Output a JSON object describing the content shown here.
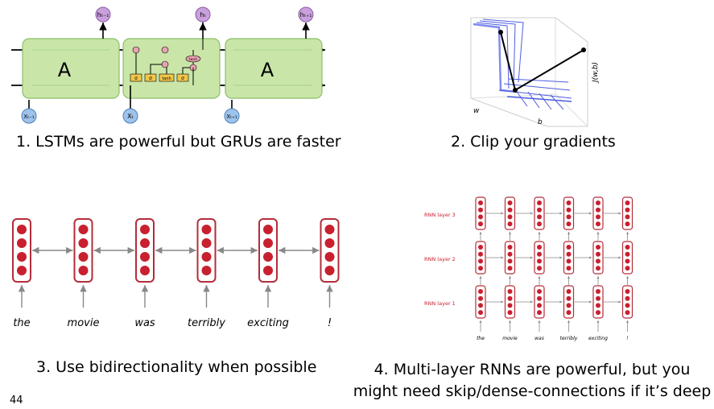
{
  "slide_number": "44",
  "captions": {
    "c1": "1. LSTMs are powerful but GRUs are faster",
    "c2": "2. Clip your gradients",
    "c3": "3. Use bidirectionality when possible",
    "c4": "4. Multi-layer RNNs are powerful, but you might need skip/dense-connections if it’s deep"
  },
  "lstm": {
    "cell_label": "A",
    "h_labels": [
      "hₜ₋₁",
      "hₜ",
      "hₜ₊₁"
    ],
    "x_labels": [
      "Xₜ₋₁",
      "Xₜ",
      "Xₜ₊₁"
    ],
    "gate_labels": [
      "σ",
      "σ",
      "tanh",
      "σ"
    ],
    "tanh_label": "tanh"
  },
  "surface": {
    "z_label": "J(w,b)",
    "w_label": "w",
    "b_label": "b"
  },
  "birnn": {
    "words": [
      "the",
      "movie",
      "was",
      "terribly",
      "exciting",
      "!"
    ]
  },
  "multilayer": {
    "layer_labels": [
      "RNN layer 3",
      "RNN layer 2",
      "RNN layer 1"
    ],
    "words": [
      "the",
      "movie",
      "was",
      "terribly",
      "exciting",
      "!"
    ]
  }
}
